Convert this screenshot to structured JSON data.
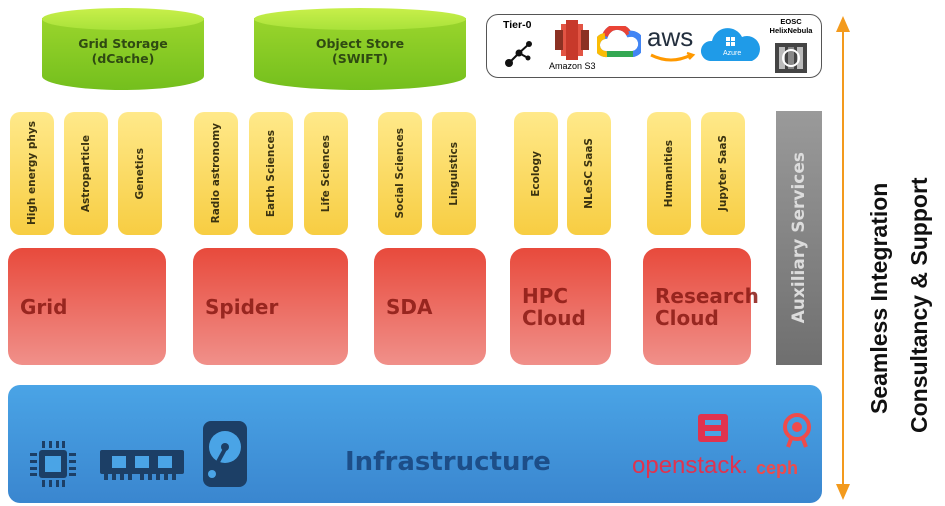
{
  "storage": [
    {
      "label": "Grid Storage\n(dCache)"
    },
    {
      "label": "Object Store\n(SWIFT)"
    }
  ],
  "providers": {
    "tier0": "Tier-0",
    "amazon": "Amazon S3",
    "aws": "aws",
    "azure": "Azure",
    "eosc": "EOSC\nHelixNebula"
  },
  "sciences": [
    "High energy phys",
    "Astroparticle",
    "Genetics",
    "Radio astronomy",
    "Earth Sciences",
    "Life Sciences",
    "Social Sciences",
    "Linguistics",
    "Ecology",
    "NLeSC SaaS",
    "Humanities",
    "Jupyter SaaS"
  ],
  "services": [
    {
      "label": "Grid"
    },
    {
      "label": "Spider"
    },
    {
      "label": "SDA"
    },
    {
      "label": "HPC\nCloud"
    },
    {
      "label": "Research\nCloud"
    }
  ],
  "auxiliary": "Auxiliary Services",
  "infrastructure": {
    "label": "Infrastructure",
    "openstack": "openstack.",
    "ceph": "ceph"
  },
  "side": {
    "integration": "Seamless Integration",
    "support": "Consultancy & Support"
  },
  "colors": {
    "storage_green": "#8ccd26",
    "science_yellow": "#f7cd42",
    "service_red": "#e84a3c",
    "aux_grey": "#8a8a8a",
    "infra_blue": "#3f95dc",
    "arrow_orange": "#f39a1d",
    "openstack_red": "#e0334f",
    "ceph_red": "#ef4b4b"
  }
}
